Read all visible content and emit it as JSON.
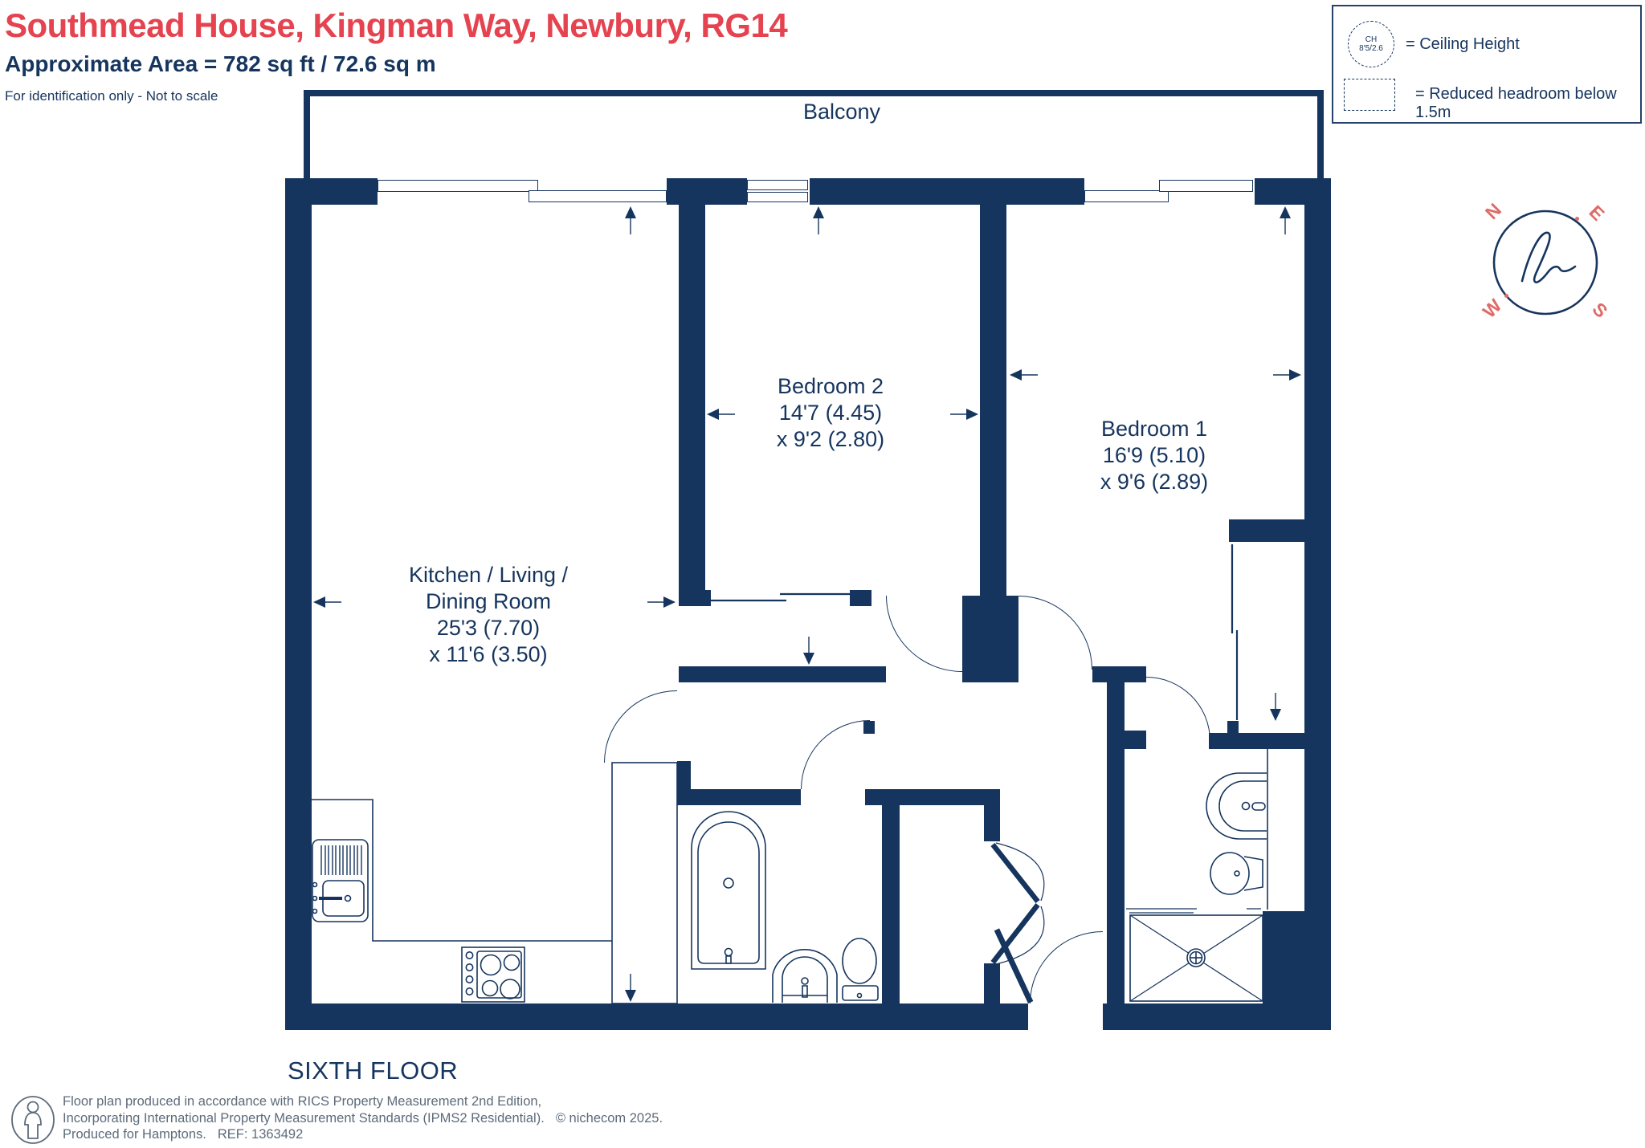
{
  "header": {
    "title": "Southmead House, Kingman Way, Newbury, RG14",
    "area_line": "Approximate Area = 782 sq ft / 72.6 sq m",
    "disclaimer": "For identification only - Not to scale"
  },
  "legend": {
    "ceiling_height_symbol": {
      "line1": "CH",
      "line2": "8'5/2.6"
    },
    "ceiling_height_label": "= Ceiling Height",
    "reduced_headroom_label": "= Reduced headroom below 1.5m"
  },
  "compass": {
    "north": "N",
    "east": "E",
    "south": "S",
    "west": "W"
  },
  "plan": {
    "balcony_label": "Balcony",
    "floor_label": "SIXTH FLOOR",
    "rooms": [
      {
        "id": "kitchen",
        "lines": [
          "Kitchen / Living /",
          "Dining Room",
          "25'3 (7.70)",
          "x 11'6 (3.50)"
        ]
      },
      {
        "id": "bedroom2",
        "lines": [
          "Bedroom 2",
          "14'7 (4.45)",
          "x 9'2 (2.80)"
        ]
      },
      {
        "id": "bedroom1",
        "lines": [
          "Bedroom 1",
          "16'9 (5.10)",
          "x 9'6 (2.89)"
        ]
      }
    ]
  },
  "footer": {
    "line1": "Floor plan produced in accordance with RICS Property Measurement 2nd Edition,",
    "line2": "Incorporating International Property Measurement Standards (IPMS2 Residential).",
    "copyright": "© nichecom 2025.",
    "line3": "Produced for Hamptons.",
    "ref": "REF:  1363492"
  },
  "colors": {
    "navy": "#16355e",
    "accent_red": "#e4434f",
    "compass_red": "#e06a66",
    "footer_gray": "#5d6b7a"
  }
}
